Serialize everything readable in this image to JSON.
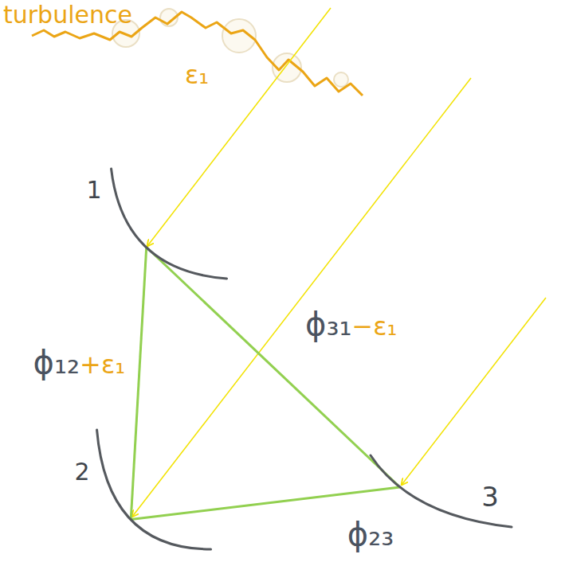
{
  "diagram": {
    "nodes": [
      {
        "text": [
          "1"
        ]
      },
      {
        "text": [
          "2"
        ]
      },
      {
        "text": [
          "3"
        ]
      }
    ],
    "edges": [
      {
        "from": 0,
        "to": 1,
        "arrow": "none",
        "label": "ϕ₁₂+ε₁"
      },
      {
        "from": 1,
        "to": 2,
        "arrow": "none",
        "label": "ϕ₂₃"
      },
      {
        "from": 2,
        "to": 0,
        "arrow": "none",
        "label": "ϕ₃₁−ε₁"
      }
    ],
    "labels": [
      "turbulence",
      "ε₁"
    ]
  }
}
